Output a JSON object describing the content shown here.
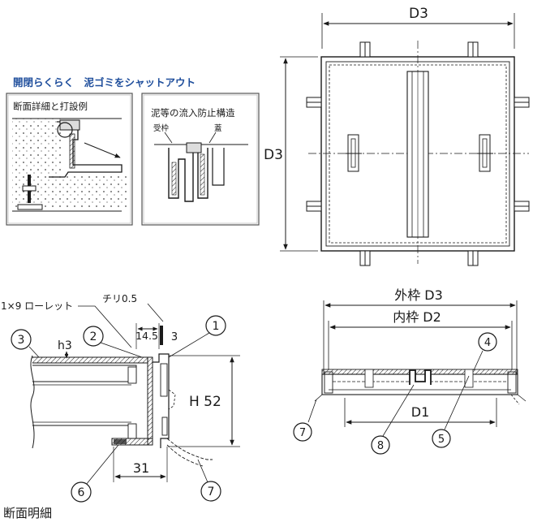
{
  "promo": {
    "headline": "開閉らくらく　泥ゴミをシャットアウト",
    "panel_left_title": "断面詳細と打設例",
    "panel_right_title": "泥等の流入防止構造",
    "label_frame": "受枠",
    "label_lid": "蓋"
  },
  "plan_view": {
    "dim_top": "D3",
    "dim_left": "D3"
  },
  "side_view": {
    "dim_outer": "外枠 D3",
    "dim_inner": "内枠 D2",
    "dim_d1": "D1",
    "callouts": [
      "4",
      "5",
      "7",
      "8"
    ]
  },
  "section": {
    "knurl_label": "1×9 ローレット",
    "chiri_label": "チリ0.5",
    "dim_14_5": "14.5",
    "dim_3": "3",
    "dim_h3": "h3",
    "dim_h": "H 52",
    "dim_31": "31",
    "callouts": [
      "1",
      "2",
      "3",
      "6",
      "7"
    ],
    "caption": "断面明細"
  }
}
